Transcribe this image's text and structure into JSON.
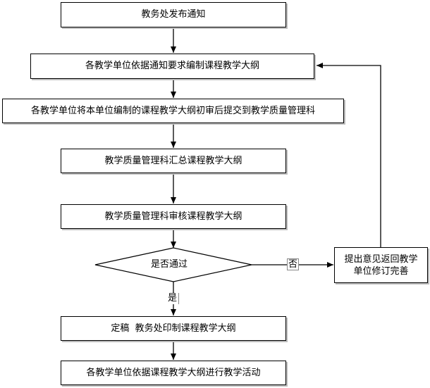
{
  "nodes": {
    "n1": "教务处发布通知",
    "n2": "各教学单位依据通知要求编制课程教学大纲",
    "n3": "各教学单位将本单位编制的课程教学大纲初审后提交到教学质量管理科",
    "n4": "教学质量管理科汇总课程教学大纲",
    "n5": "教学质量管理科审核课程教学大纲",
    "decision": "是否通过",
    "n6": "定稿  教务处印制课程教学大纲",
    "n7": "各教学单位依据课程教学大纲进行教学活动",
    "feedback_line1": "提出意见返回教学",
    "feedback_line2": "单位修订完善"
  },
  "edges": {
    "no_label": "否",
    "yes_label": "是"
  }
}
